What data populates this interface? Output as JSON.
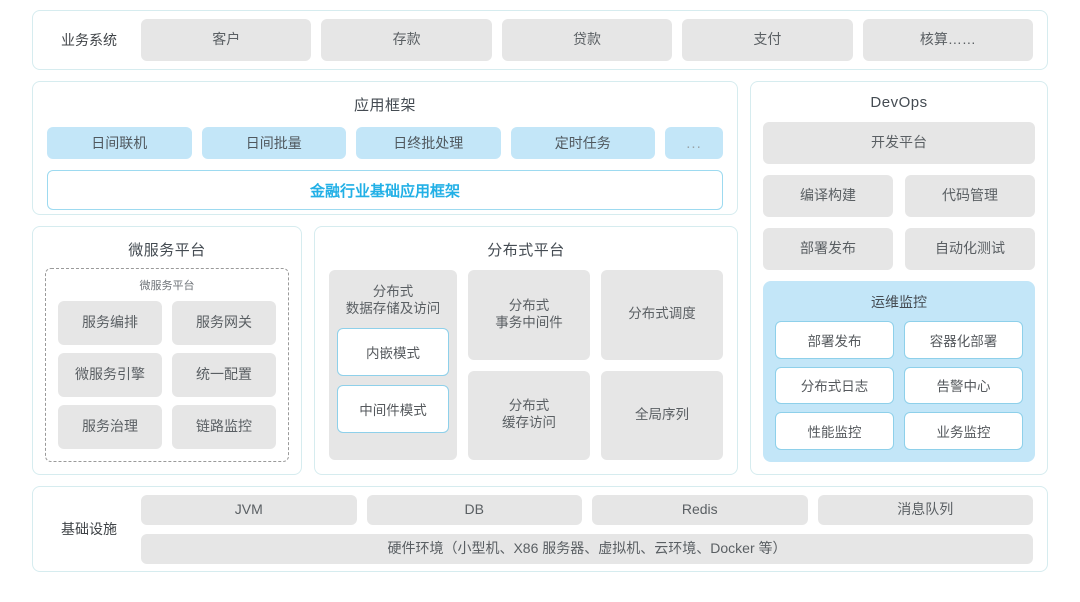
{
  "business_row": {
    "label": "业务系统",
    "items": [
      "客户",
      "存款",
      "贷款",
      "支付",
      "核算……"
    ]
  },
  "app_framework": {
    "title": "应用框架",
    "items": [
      "日间联机",
      "日间批量",
      "日终批处理",
      "定时任务"
    ],
    "more": "...",
    "base_framework": "金融行业基础应用框架"
  },
  "microservice_platform": {
    "title": "微服务平台",
    "sub_title": "微服务平台",
    "items": [
      "服务编排",
      "服务网关",
      "微服务引擎",
      "统一配置",
      "服务治理",
      "链路监控"
    ]
  },
  "distributed_platform": {
    "title": "分布式平台",
    "storage": {
      "head": "分布式\n数据存储及访问",
      "head_line1": "分布式",
      "head_line2": "数据存储及访问",
      "modes": [
        "内嵌模式",
        "中间件模式"
      ]
    },
    "cells": [
      {
        "line1": "分布式",
        "line2": "事务中间件"
      },
      {
        "line1": "分布式调度",
        "line2": ""
      },
      {
        "line1": "分布式",
        "line2": "缓存访问"
      },
      {
        "line1": "全局序列",
        "line2": ""
      }
    ]
  },
  "devops": {
    "title": "DevOps",
    "platform": "开发平台",
    "items": [
      "编译构建",
      "代码管理",
      "部署发布",
      "自动化测试"
    ],
    "ops_monitor": {
      "title": "运维监控",
      "items": [
        "部署发布",
        "容器化部署",
        "分布式日志",
        "告警中心",
        "性能监控",
        "业务监控"
      ]
    }
  },
  "infrastructure": {
    "label": "基础设施",
    "items": [
      "JVM",
      "DB",
      "Redis",
      "消息队列"
    ],
    "hardware": "硬件环境（小型机、X86 服务器、虚拟机、云环境、Docker 等）"
  },
  "colors": {
    "panel_border": "#d6ecef",
    "gray_box": "#e6e6e6",
    "blue_box": "#c3e6f8",
    "accent_cyan": "#22b0e6"
  }
}
